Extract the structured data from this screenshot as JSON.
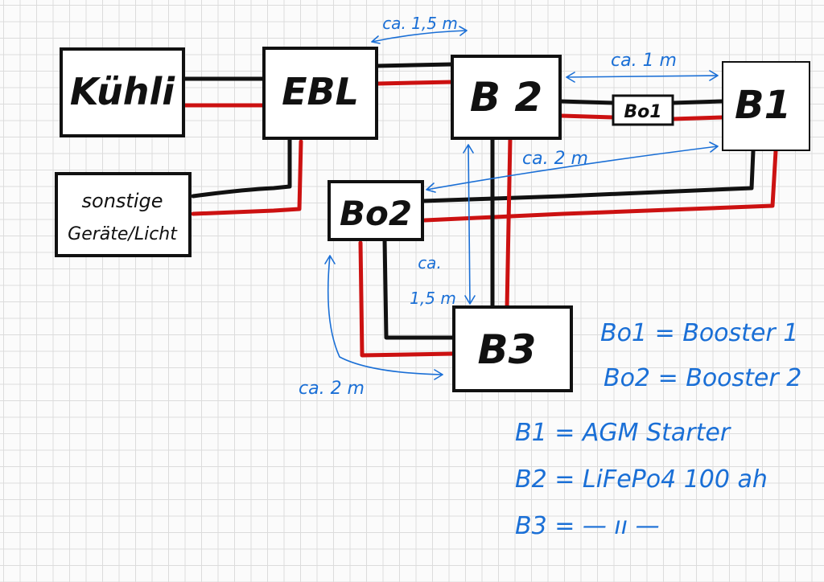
{
  "colors": {
    "box_outline": "#111111",
    "wire_negative": "#111111",
    "wire_positive": "#cc1111",
    "annotation": "#1a6fd6"
  },
  "nodes": {
    "kuehli": "Kühli",
    "ebl": "EBL",
    "b2": "B 2",
    "bo1": "Bo1",
    "b1": "B1",
    "sonstige_line1": "sonstige",
    "sonstige_line2": "Geräte/Licht",
    "bo2": "Bo2",
    "b3": "B3"
  },
  "distances": {
    "ebl_b2": "ca. 1,5 m",
    "b2_b1": "ca. 1 m",
    "bo2_b1": "ca. 2 m",
    "bo2_b2_line1": "ca.",
    "bo2_b2_line2": "1,5 m",
    "bo2_b3": "ca. 2 m"
  },
  "legend": [
    {
      "key": "Bo1",
      "value": "Booster 1"
    },
    {
      "key": "Bo2",
      "value": "Booster 2"
    },
    {
      "key": "B1",
      "value": "AGM Starter"
    },
    {
      "key": "B2",
      "value": "LiFePo4 100 ah"
    },
    {
      "key": "B3",
      "value": "— ıı —"
    }
  ]
}
